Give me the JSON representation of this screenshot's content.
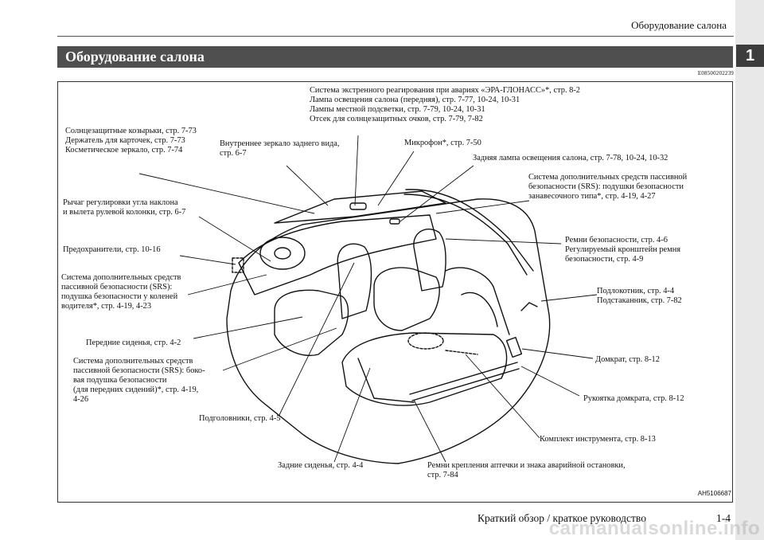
{
  "header": {
    "title": "Оборудование салона"
  },
  "chapter_tab": "1",
  "section": {
    "title": "Оборудование салона",
    "code": "E08500202239"
  },
  "labels": {
    "emergency": "Система экстренного реагирования при авариях «ЭРА-ГЛОНАСС»*, стр. 8-2\nЛампа освещения салона (передняя), стр. 7-77, 10-24, 10-31\nЛампы местной подсветки, стр. 7-79, 10-24, 10-31\nОтсек для солнцезащитных очков, стр. 7-79, 7-82",
    "sunvisors": "Солнцезащитные козырьки, стр. 7-73\nДержатель для карточек, стр. 7-73\nКосметическое зеркало, стр. 7-74",
    "mirror": "Внутреннее зеркало заднего вида,\nстр. 6-7",
    "microphone": "Микрофон*, стр. 7-50",
    "rear_lamp": "Задняя лампа освещения салона, стр. 7-78, 10-24, 10-32",
    "curtain": "Система дополнительных средств пассивной\nбезопасности (SRS): подушки безопасности\nзанавесочного типа*, стр. 4-19, 4-27",
    "steering": "Рычаг регулировки угла наклона\nи вылета рулевой колонки, стр. 6-7",
    "belts": "Ремни безопасности, стр. 4-6\nРегулируемый кронштейн ремня\nбезопасности, стр. 4-9",
    "fuses": "Предохранители, стр. 10-16",
    "knee": "Система дополнительных средств\nпассивной безопасности (SRS):\nподушка безопасности у коленей\nводителя*, стр. 4-19, 4-23",
    "armrest": "Подлокотник, стр. 4-4\nПодстаканник, стр. 7-82",
    "front_seats": "Передние сиденья, стр. 4-2",
    "jack": "Домкрат, стр. 8-12",
    "side_airbag": "Система дополнительных средств\nпассивной безопасности (SRS): боко-\nвая подушка безопасности\n(для передних сидений)*, стр. 4-19,\n4-26",
    "jack_handle": "Рукоятка домкрата, стр. 8-12",
    "headrests": "Подголовники, стр. 4-5",
    "tools": "Комплект инструмента, стр. 8-13",
    "rear_seats": "Задние сиденья, стр. 4-4",
    "kit_straps": "Ремни крепления аптечки и знака аварийной остановки,\nстр. 7-84"
  },
  "figure_id": "AH5106687",
  "footer": {
    "text": "Краткий обзор / краткое руководство",
    "page": "1-4"
  },
  "watermark": "carmanualsonline.info"
}
